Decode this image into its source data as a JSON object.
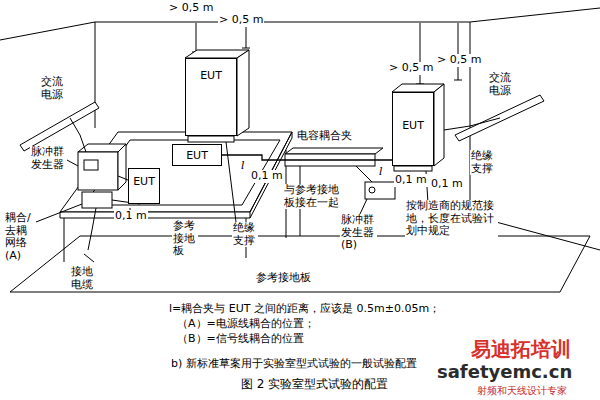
{
  "diagram": {
    "caption": "图 2 实验室型式试验的配置",
    "nodes": [
      {
        "text": [
          "EUT"
        ]
      },
      {
        "text": [
          "EUT"
        ]
      },
      {
        "text": [
          "EUT"
        ]
      },
      {
        "text": [
          "EUT"
        ]
      }
    ],
    "edges": [
      {
        "from": 1,
        "to": 3,
        "arrow": "none"
      }
    ],
    "labels": [
      "> 0,5 m",
      "> 0,5 m",
      "> 0,5 m",
      "> 0,5 m",
      "交流电源",
      "脉冲群发生器",
      "耦合/去耦网络(A)",
      "0,1 m",
      "参考接地板",
      "绝缘支撑",
      "接地电缆",
      "参考接地板",
      "电容耦合夹",
      "与参考接地板接在一起",
      "0,1 m",
      "l",
      "l",
      "交流电源",
      "绝缘支撑",
      "按制造商的规范接地，长度在试验计划中规定",
      "0,1 m",
      "0,1 m",
      "脉冲群发生器(B)",
      "b) 新标准草案用于实验室型式试验的一般试验配置",
      "l=耦合夹与 EUT 之间的距离，应该是 0.5m±0.05m；",
      "（A）=电源线耦合的位置；",
      "（B）=信号线耦合的位置",
      "易迪拓培训",
      "safetyemc.cn",
      "射频和天线设计专家"
    ]
  }
}
